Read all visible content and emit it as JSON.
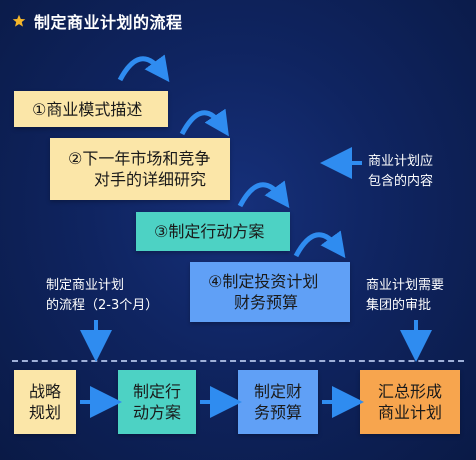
{
  "title": "制定商业计划的流程",
  "steps": [
    {
      "line1": "①商业模式描述",
      "line2": ""
    },
    {
      "line1": "②下一年市场和竞争",
      "line2": "对手的详细研究"
    },
    {
      "line1": "③制定行动方案",
      "line2": ""
    },
    {
      "line1": "④制定投资计划",
      "line2": "财务预算"
    }
  ],
  "notes": {
    "contents": {
      "line1": "商业计划应",
      "line2": "包含的内容"
    },
    "process": {
      "line1": "制定商业计划",
      "line2": "的流程（2-3个月）"
    },
    "approval": {
      "line1": "商业计划需要",
      "line2": "集团的审批"
    }
  },
  "flow": [
    {
      "line1": "战略",
      "line2": "规划"
    },
    {
      "line1": "制定行",
      "line2": "动方案"
    },
    {
      "line1": "制定财",
      "line2": "务预算"
    },
    {
      "line1": "汇总形成",
      "line2": "商业计划"
    }
  ],
  "colors": {
    "background": "#0f2460",
    "yellow_box": "#fbe6a8",
    "teal_box": "#4dd2c4",
    "blue_box": "#60a0f6",
    "orange_box": "#f7a54e",
    "arrow": "#2f8cf0",
    "title_icon": "#f5b62a"
  },
  "icons": {
    "title": "star-icon",
    "connector": "curved-arrow-icon",
    "pointer": "arrow-icon"
  }
}
